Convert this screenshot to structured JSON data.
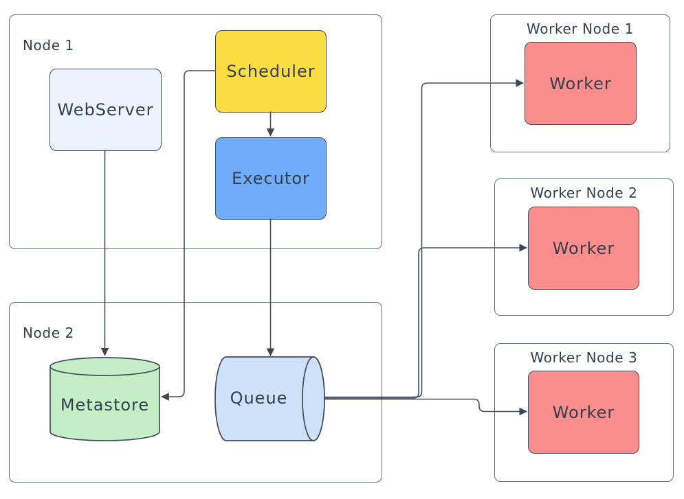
{
  "canvas": {
    "background": "#ffffff"
  },
  "palette": {
    "container_border": "#667080",
    "shape_border": "#434c5a",
    "connector": "#444e5c",
    "text": "#363f4d"
  },
  "containers": [
    {
      "id": "node1",
      "label": "Node 1"
    },
    {
      "id": "node2",
      "label": "Node 2"
    },
    {
      "id": "worker_node_1",
      "label": "Worker Node 1"
    },
    {
      "id": "worker_node_2",
      "label": "Worker Node 2"
    },
    {
      "id": "worker_node_3",
      "label": "Worker Node 3"
    }
  ],
  "nodes": [
    {
      "id": "webserver",
      "label": "WebServer",
      "shape": "rounded-rect",
      "fill": "#edf3fc"
    },
    {
      "id": "scheduler",
      "label": "Scheduler",
      "shape": "rounded-rect",
      "fill": "#fcdc43"
    },
    {
      "id": "executor",
      "label": "Executor",
      "shape": "rounded-rect",
      "fill": "#70acf9"
    },
    {
      "id": "metastore",
      "label": "Metastore",
      "shape": "cylinder-vertical",
      "fill": "#c4efc6"
    },
    {
      "id": "queue",
      "label": "Queue",
      "shape": "cylinder-horizontal",
      "fill": "#cde1f9"
    },
    {
      "id": "worker_1",
      "label": "Worker",
      "shape": "rounded-rect",
      "fill": "#fb8e8d"
    },
    {
      "id": "worker_2",
      "label": "Worker",
      "shape": "rounded-rect",
      "fill": "#fb8e8d"
    },
    {
      "id": "worker_3",
      "label": "Worker",
      "shape": "rounded-rect",
      "fill": "#fb8e8d"
    }
  ],
  "edges": [
    {
      "from": "scheduler",
      "to": "executor",
      "arrow": "filled-triangle"
    },
    {
      "from": "webserver",
      "to": "metastore",
      "arrow": "filled-triangle"
    },
    {
      "from": "executor",
      "to": "queue",
      "arrow": "filled-triangle"
    },
    {
      "from": "scheduler",
      "to": "metastore",
      "arrow": "filled-triangle"
    },
    {
      "from": "queue",
      "to": "worker_1",
      "arrow": "filled-triangle"
    },
    {
      "from": "queue",
      "to": "worker_2",
      "arrow": "filled-triangle"
    },
    {
      "from": "queue",
      "to": "worker_3",
      "arrow": "filled-triangle"
    }
  ]
}
